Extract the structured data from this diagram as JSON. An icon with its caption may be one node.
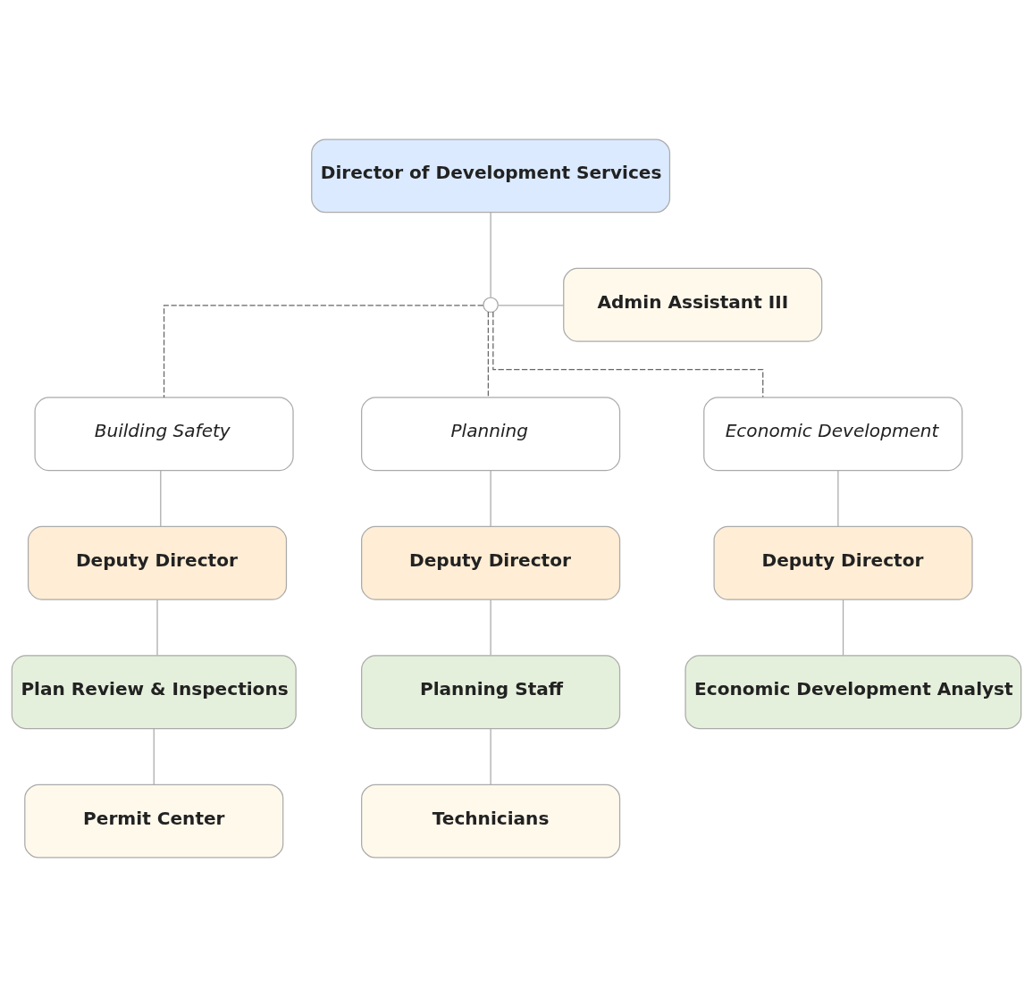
{
  "diagram": {
    "nodes": [
      {
        "text": [
          "Director of Development Services"
        ]
      },
      {
        "text": [],
        "shape": "circle"
      },
      {
        "text": [
          "Admin Assistant III"
        ]
      },
      {
        "text": [
          "Building Safety"
        ]
      },
      {
        "text": [
          "Planning"
        ]
      },
      {
        "text": [
          "Economic Development"
        ]
      },
      {
        "text": [
          "Deputy Director"
        ]
      },
      {
        "text": [
          "Deputy Director"
        ]
      },
      {
        "text": [
          "Deputy Director"
        ]
      },
      {
        "text": [
          "Plan Review & Inspections"
        ]
      },
      {
        "text": [
          "Planning Staff"
        ]
      },
      {
        "text": [
          "Economic Development Analyst"
        ]
      },
      {
        "text": [
          "Permit Center"
        ]
      },
      {
        "text": [
          "Technicians"
        ]
      }
    ],
    "edges": [
      {
        "from": 0,
        "to": 1,
        "arrow": "none"
      },
      {
        "from": 1,
        "to": 2,
        "arrow": "none"
      },
      {
        "from": 1,
        "to": 3,
        "arrow": "none",
        "style": "dashed",
        "color": "#666666"
      },
      {
        "from": 1,
        "to": 4,
        "arrow": "none",
        "style": "dashed",
        "color": "#666666"
      },
      {
        "from": 1,
        "to": 5,
        "arrow": "none",
        "style": "dashed",
        "color": "#666666"
      },
      {
        "from": 3,
        "to": 6,
        "arrow": "none"
      },
      {
        "from": 6,
        "to": 9,
        "arrow": "none"
      },
      {
        "from": 9,
        "to": 12,
        "arrow": "none"
      },
      {
        "from": 4,
        "to": 7,
        "arrow": "none"
      },
      {
        "from": 7,
        "to": 10,
        "arrow": "none"
      },
      {
        "from": 10,
        "to": 13,
        "arrow": "none"
      },
      {
        "from": 5,
        "to": 8,
        "arrow": "none"
      },
      {
        "from": 8,
        "to": 11,
        "arrow": "none"
      }
    ]
  }
}
